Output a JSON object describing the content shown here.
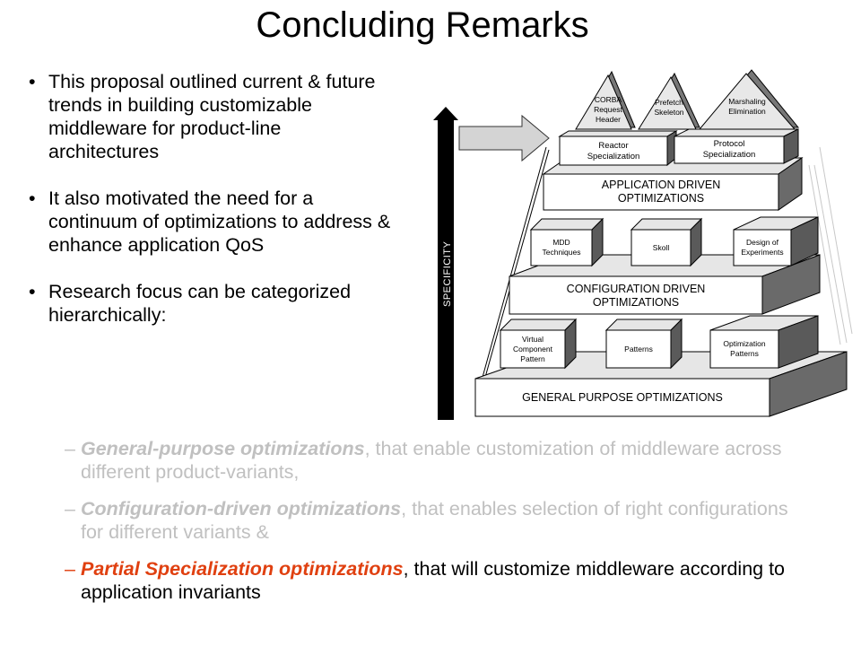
{
  "slide": {
    "title": "Concluding Remarks"
  },
  "bullets": [
    {
      "text": "This proposal outlined current & future trends in building customizable middleware for product-line architectures"
    },
    {
      "text": "It also motivated the need for a continuum of optimizations to address & enhance application QoS"
    },
    {
      "text": "Research focus can be categorized hierarchically:"
    }
  ],
  "symbols": {
    "bullet": "•",
    "dash": "–"
  },
  "sub_bullets": [
    {
      "emph": "General-purpose optimizations",
      "rest": ", that enable customization of middleware across different product-variants,",
      "state": "faded"
    },
    {
      "emph": "Configuration-driven optimizations",
      "rest": ", that enables selection of right configurations for different variants &",
      "state": "faded"
    },
    {
      "emph": "Partial Specialization optimizations",
      "rest": ", that will customize middleware according to application invariants",
      "state": "highlighted"
    }
  ],
  "diagram": {
    "axis_label": "SPECIFICITY",
    "pyramid": {
      "tips": [
        {
          "lines": [
            "CORBA",
            "Request",
            "Header"
          ]
        },
        {
          "lines": [
            "Prefetch",
            "Skeleton"
          ]
        },
        {
          "lines": [
            "Marshaling",
            "Elimination"
          ]
        }
      ],
      "specializations": [
        {
          "lines": [
            "Reactor",
            "Specialization"
          ]
        },
        {
          "lines": [
            "Protocol",
            "Specialization"
          ]
        }
      ],
      "application_layer": {
        "lines": [
          "APPLICATION DRIVEN",
          "OPTIMIZATIONS"
        ]
      },
      "app_techniques": [
        {
          "lines": [
            "MDD",
            "Techniques"
          ]
        },
        {
          "lines": [
            "Skoll"
          ]
        },
        {
          "lines": [
            "Design of",
            "Experiments"
          ]
        }
      ],
      "configuration_layer": {
        "lines": [
          "CONFIGURATION DRIVEN",
          "OPTIMIZATIONS"
        ]
      },
      "config_techniques": [
        {
          "lines": [
            "Virtual",
            "Component",
            "Pattern"
          ]
        },
        {
          "lines": [
            "Patterns"
          ]
        },
        {
          "lines": [
            "Optimization",
            "Patterns"
          ]
        }
      ],
      "general_layer": {
        "lines": [
          "GENERAL PURPOSE OPTIMIZATIONS"
        ]
      }
    }
  }
}
